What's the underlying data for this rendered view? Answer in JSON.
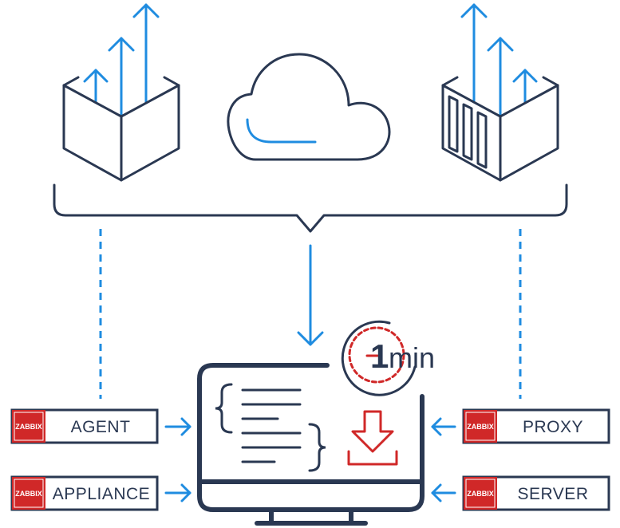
{
  "colors": {
    "navy": "#2a3852",
    "blue": "#1f8ce0",
    "red": "#d02828"
  },
  "icons": {
    "cube_left": "package-box-icon",
    "cloud": "cloud-icon",
    "container_right": "shipping-container-icon",
    "monitor": "computer-monitor-icon",
    "timer": "stopwatch-icon",
    "download": "download-icon"
  },
  "timer": {
    "number": "1",
    "unit": "min"
  },
  "labels": {
    "brand": "ZABBIX",
    "agent": "AGENT",
    "appliance": "APPLIANCE",
    "proxy": "PROXY",
    "server": "SERVER"
  }
}
